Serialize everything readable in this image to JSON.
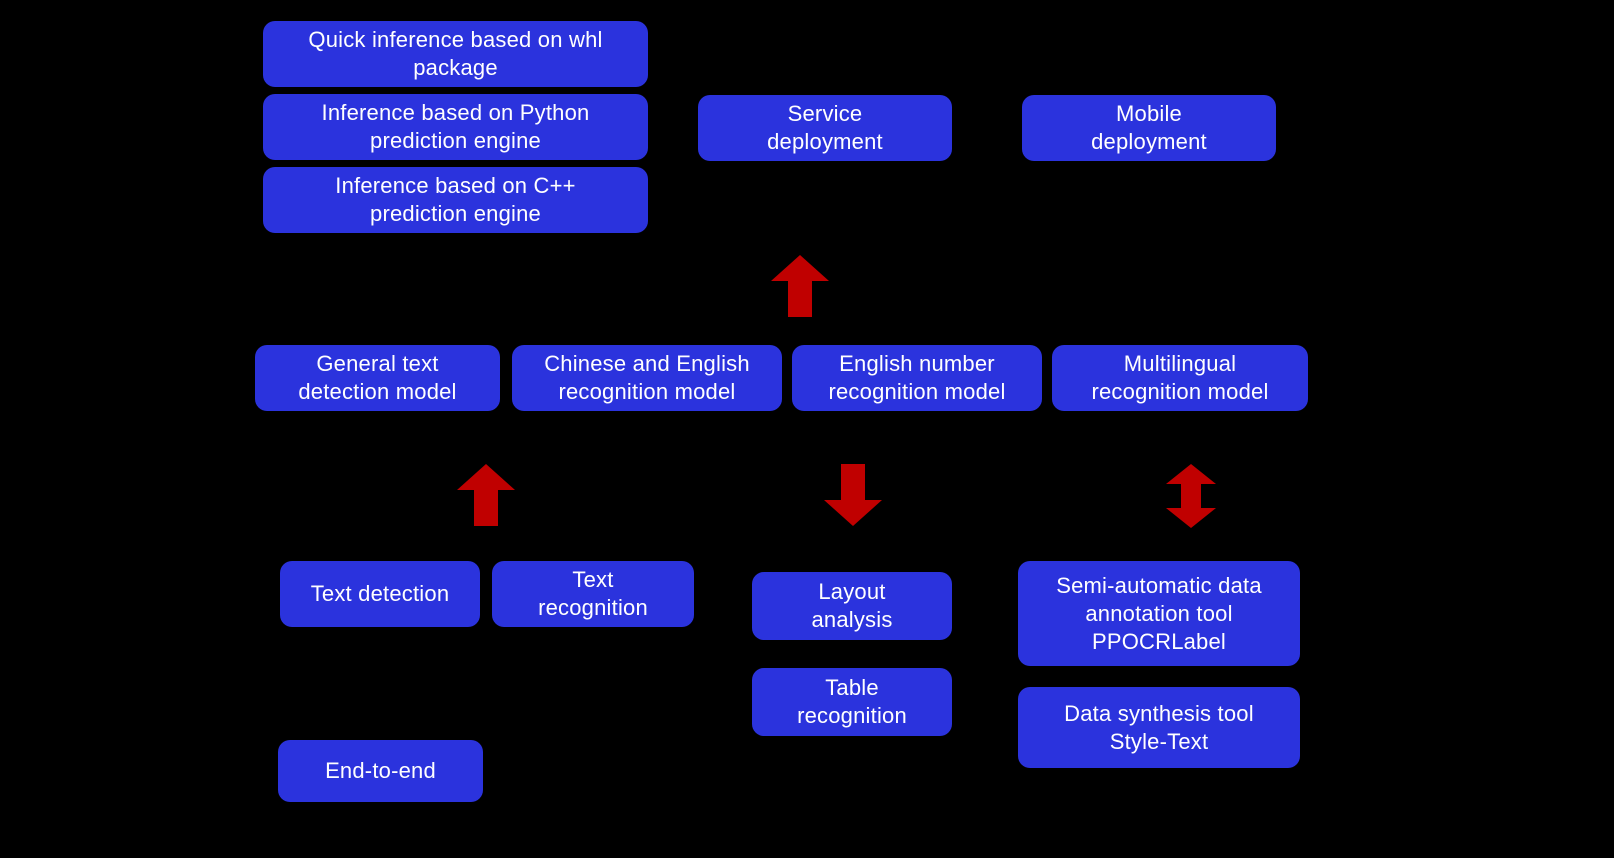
{
  "colors": {
    "background": "#000000",
    "box": "#2b33dd",
    "box_text": "#ffffff",
    "arrow": "#c00000"
  },
  "diagram": {
    "inference_group": [
      {
        "label": "Quick inference based on whl\npackage"
      },
      {
        "label": "Inference based on Python\nprediction engine"
      },
      {
        "label": "Inference based on C++\nprediction engine"
      }
    ],
    "deployment_group": [
      {
        "label": "Service\ndeployment"
      },
      {
        "label": "Mobile\ndeployment"
      }
    ],
    "model_group": [
      {
        "label": "General text\ndetection model"
      },
      {
        "label": "Chinese and English\nrecognition model"
      },
      {
        "label": "English number\nrecognition model"
      },
      {
        "label": "Multilingual\nrecognition model"
      }
    ],
    "capability_group": [
      {
        "label": "Text detection"
      },
      {
        "label": "Text\nrecognition"
      },
      {
        "label": "Layout\nanalysis"
      },
      {
        "label": "Table\nrecognition"
      },
      {
        "label": "End-to-end"
      }
    ],
    "tool_group": [
      {
        "label": "Semi-automatic data\nannotation tool\nPPOCRLabel"
      },
      {
        "label": "Data synthesis tool\nStyle-Text"
      }
    ],
    "arrows": [
      {
        "name": "deploy-up-arrow",
        "direction": "up"
      },
      {
        "name": "detection-up-arrow",
        "direction": "up"
      },
      {
        "name": "analysis-down-arrow",
        "direction": "down"
      },
      {
        "name": "tools-double-arrow",
        "direction": "both"
      }
    ]
  }
}
